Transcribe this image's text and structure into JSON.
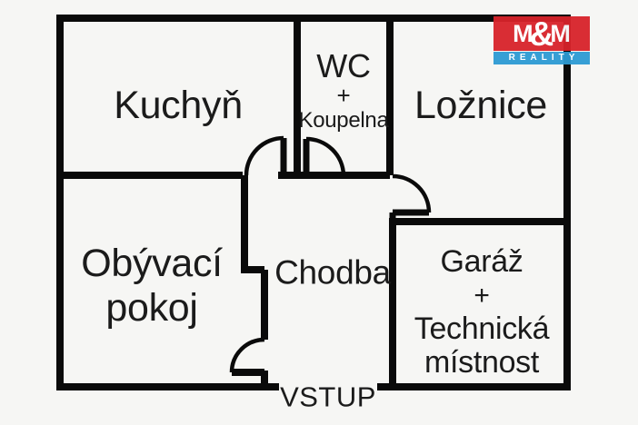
{
  "rooms": {
    "kitchen": {
      "label": "Kuchyň"
    },
    "bathroom": {
      "wc": "WC",
      "plus": "+",
      "koupelna": "Koupelna"
    },
    "bedroom": {
      "label": "Ložnice"
    },
    "living_room": {
      "line1": "Obývací",
      "line2": "pokoj"
    },
    "hallway": {
      "label": "Chodba"
    },
    "garage": {
      "line1": "Garáž",
      "line2": "+",
      "line3": "Technická",
      "line4": "místnost"
    },
    "entrance": {
      "label": "VSTUP"
    }
  },
  "logo": {
    "m1": "M",
    "amp": "&",
    "m2": "M",
    "reality": "REALITY",
    "red": "#d8232a",
    "blue": "#2d9bd4"
  },
  "colors": {
    "wall": "#0a0a0a",
    "text": "#1b1b1b",
    "background": "#f6f6f4"
  }
}
